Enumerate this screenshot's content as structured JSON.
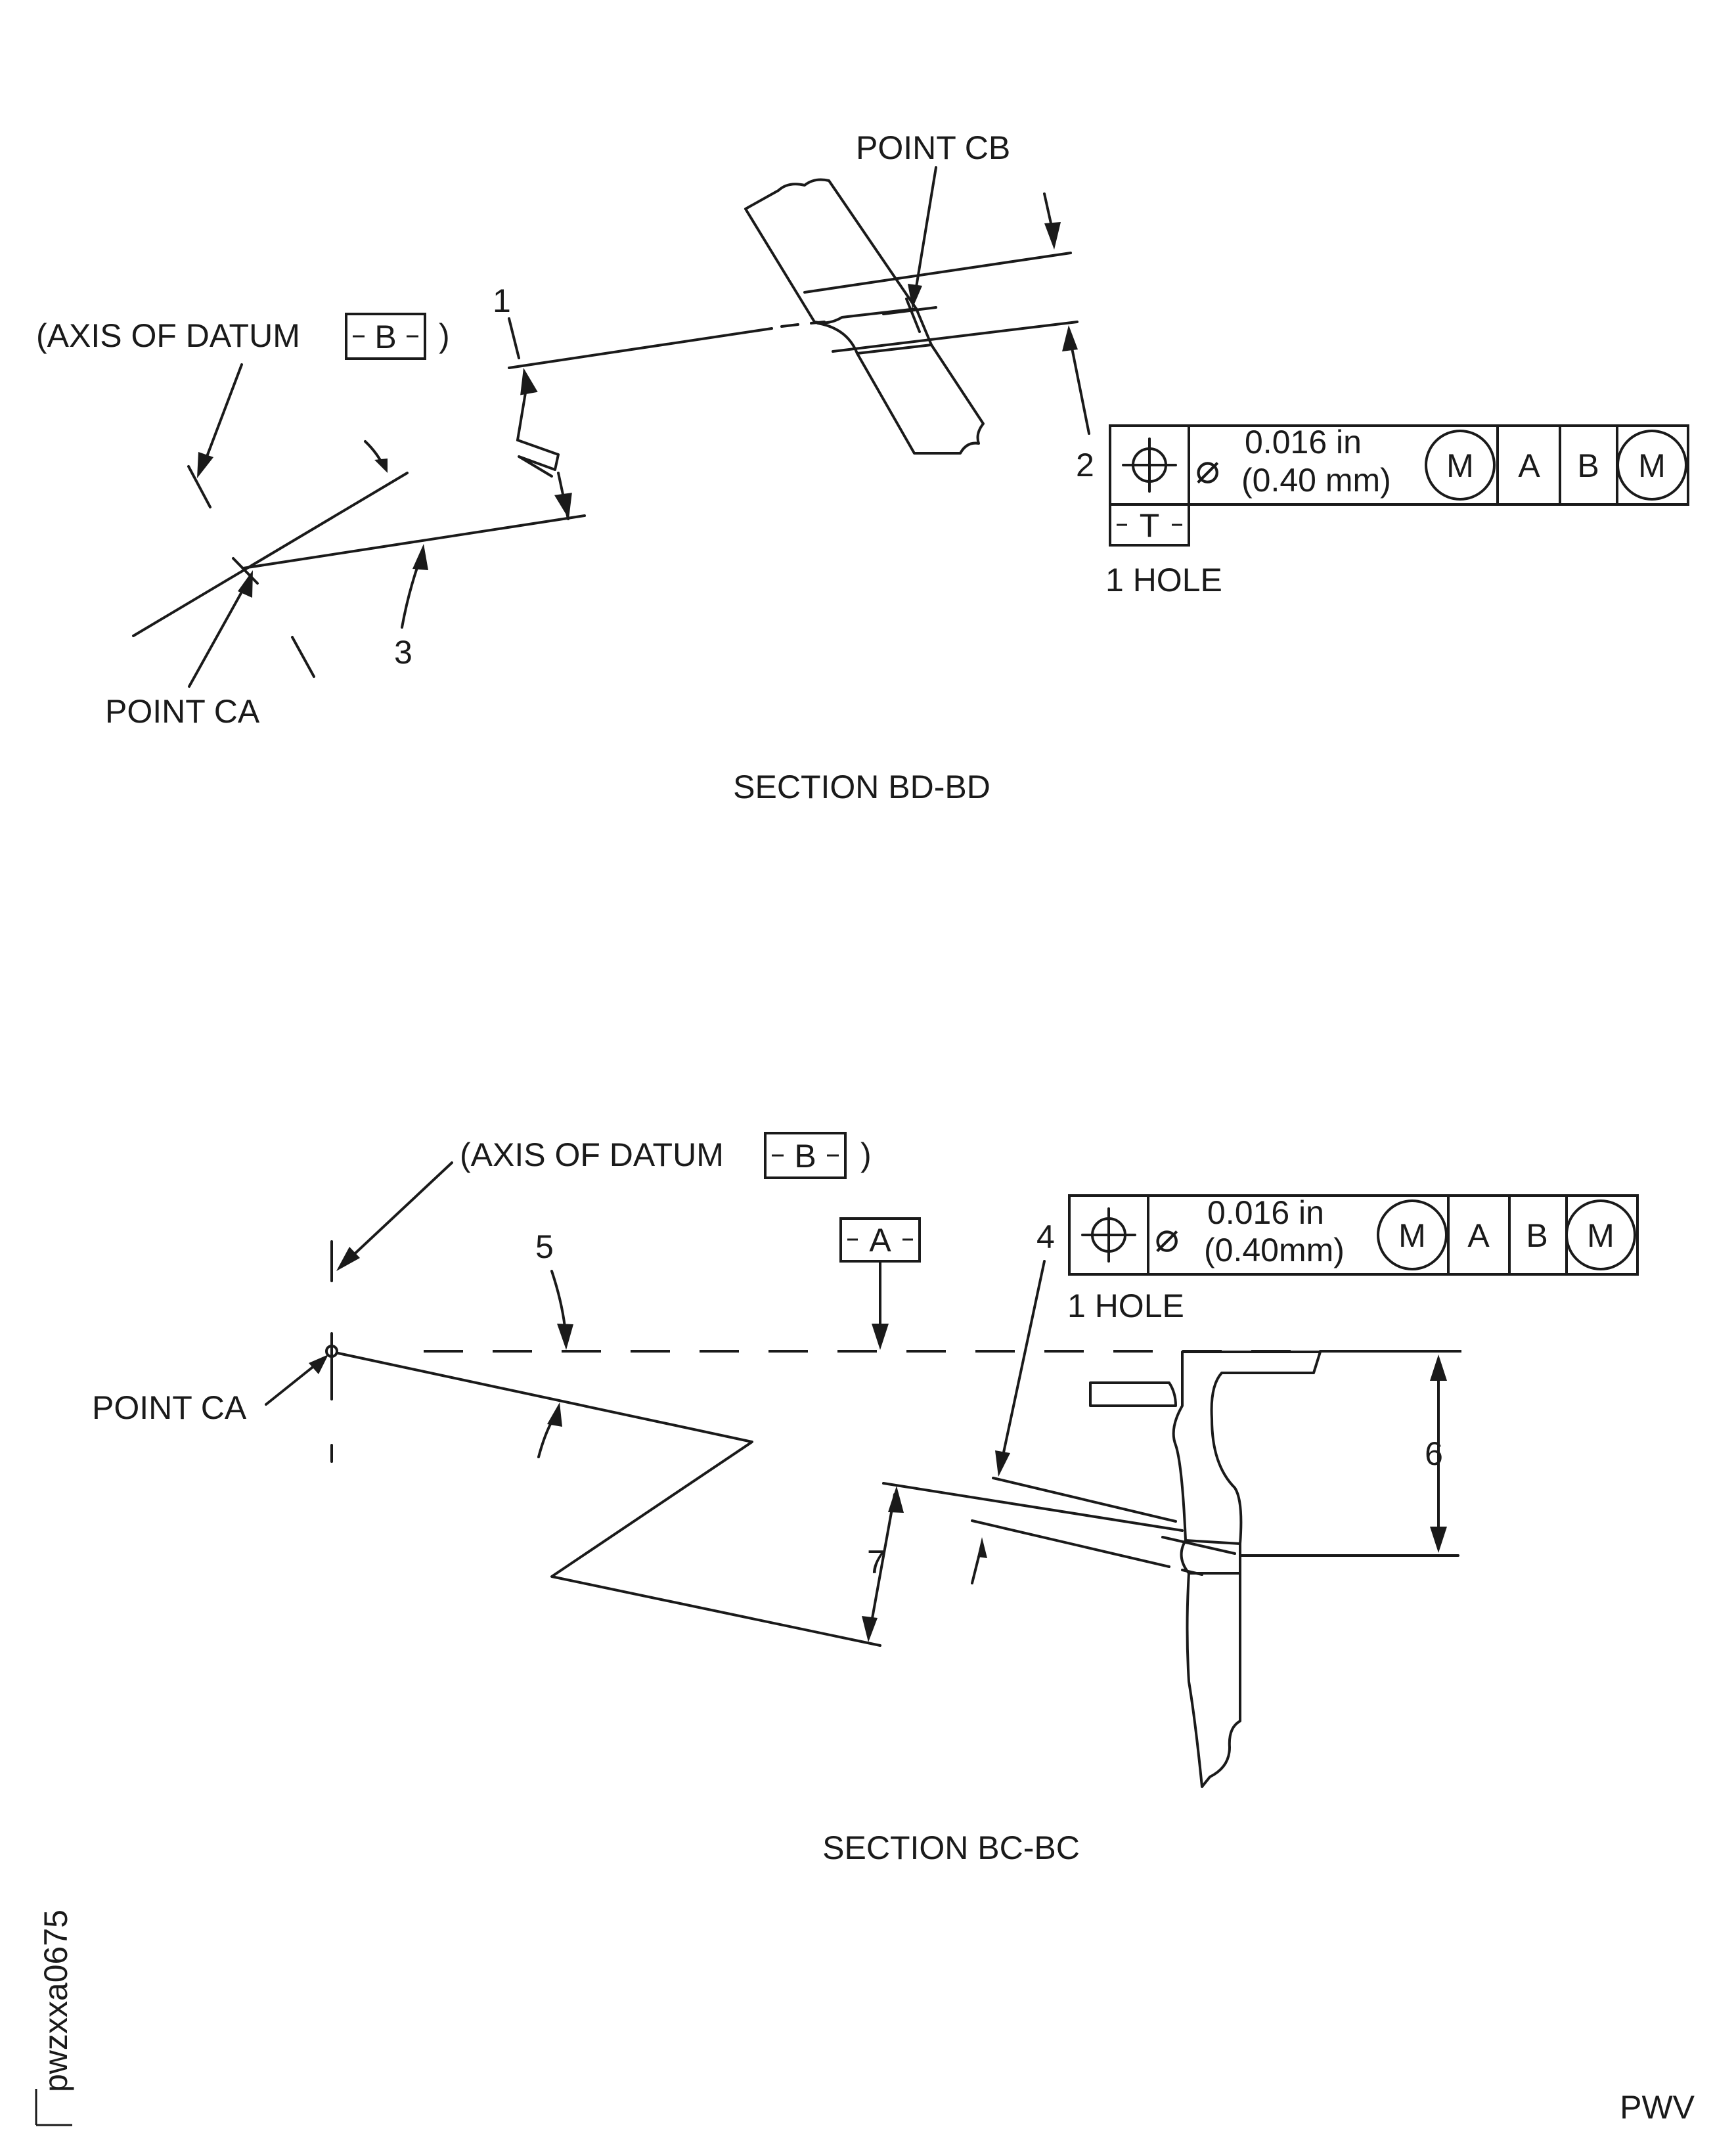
{
  "section_bd": {
    "title": "SECTION BD-BD",
    "point_cb": "POINT CB",
    "point_ca": "POINT CA",
    "axis_prefix": "(AXIS OF DATUM",
    "axis_datum": "B",
    "axis_suffix": ")",
    "callouts": [
      "1",
      "2",
      "3"
    ],
    "fcf": {
      "symbol": "position-icon",
      "diameter_symbol": "⌀",
      "tol_in": "0.016 in",
      "tol_mm": "(0.40 mm)",
      "modifier": "M",
      "datum_a": "A",
      "datum_b": "B",
      "datum_b_modifier": "M",
      "datum_feature": "T",
      "note": "1 HOLE"
    }
  },
  "section_bc": {
    "title": "SECTION BC-BC",
    "point_ca": "POINT CA",
    "axis_prefix": "(AXIS OF DATUM",
    "axis_datum": "B",
    "axis_suffix": ")",
    "datum_a": "A",
    "callouts": [
      "4",
      "5",
      "6",
      "7"
    ],
    "fcf": {
      "symbol": "position-icon",
      "diameter_symbol": "⌀",
      "tol_in": "0.016 in",
      "tol_mm": "(0.40mm)",
      "modifier": "M",
      "datum_a": "A",
      "datum_b": "B",
      "datum_b_modifier": "M",
      "note": "1 HOLE"
    }
  },
  "figure_id": "pwzxxa0675",
  "corner_code": "PWV"
}
